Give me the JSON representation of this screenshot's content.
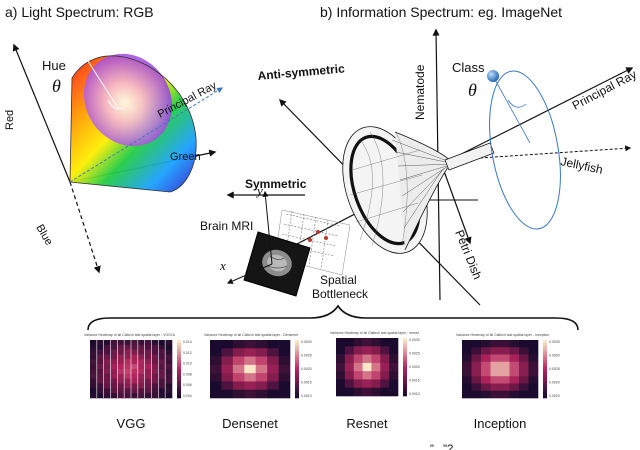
{
  "panels": {
    "left_title": "a) Light Spectrum: RGB",
    "right_title": "b) Information Spectrum: eg. ImageNet"
  },
  "light": {
    "red": "Red",
    "blue": "Blue",
    "green": "Green",
    "hue": "Hue",
    "theta": "θ",
    "principal_ray": "Principal Ray"
  },
  "info": {
    "anti_symmetric": "Anti-symmetric",
    "symmetric": "Symmetric",
    "nematode": "Nematode",
    "class": "Class",
    "theta": "θ",
    "principal_ray": "Principal Ray",
    "jellyfish": "Jellyfish",
    "petri_dish": "Petri Dish",
    "brain_mri": "Brain MRI",
    "spatial_bottleneck_1": "Spatial",
    "spatial_bottleneck_2": "Bottleneck",
    "axis_y": "y",
    "axis_x": "x"
  },
  "heatmaps": [
    {
      "label": "VGG",
      "title": "Variance Heatmap of all Caltech last spatial layer - VGG16",
      "colorbar": [
        "0.014",
        "0.012",
        "0.010",
        "0.008",
        "0.006",
        "0.004"
      ]
    },
    {
      "label": "Densenet",
      "title": "Variance Heatmap of all Caltech last spatial layer - Densenet",
      "colorbar": [
        "0.0030",
        "0.0025",
        "0.0020",
        "0.0015",
        "0.0010"
      ]
    },
    {
      "label": "Resnet",
      "title": "Variance Heatmap of all Caltech last spatial layer - resnet",
      "colorbar": [
        "0.0030",
        "0.0025",
        "0.0020",
        "0.0015",
        "0.0010"
      ]
    },
    {
      "label": "Inception",
      "title": "Variance Heatmap of all Caltech last spatial layer - Inception",
      "colorbar": [
        "0.0035",
        "0.0030",
        "0.0025",
        "0.0020",
        "0.0015"
      ]
    }
  ],
  "footer_fragment": "\"...\"?",
  "colors": {
    "heat_low": "#1a0b2e",
    "heat_mid": "#b5245d",
    "heat_high": "#fde7c8",
    "ray": "#3a78c2"
  }
}
